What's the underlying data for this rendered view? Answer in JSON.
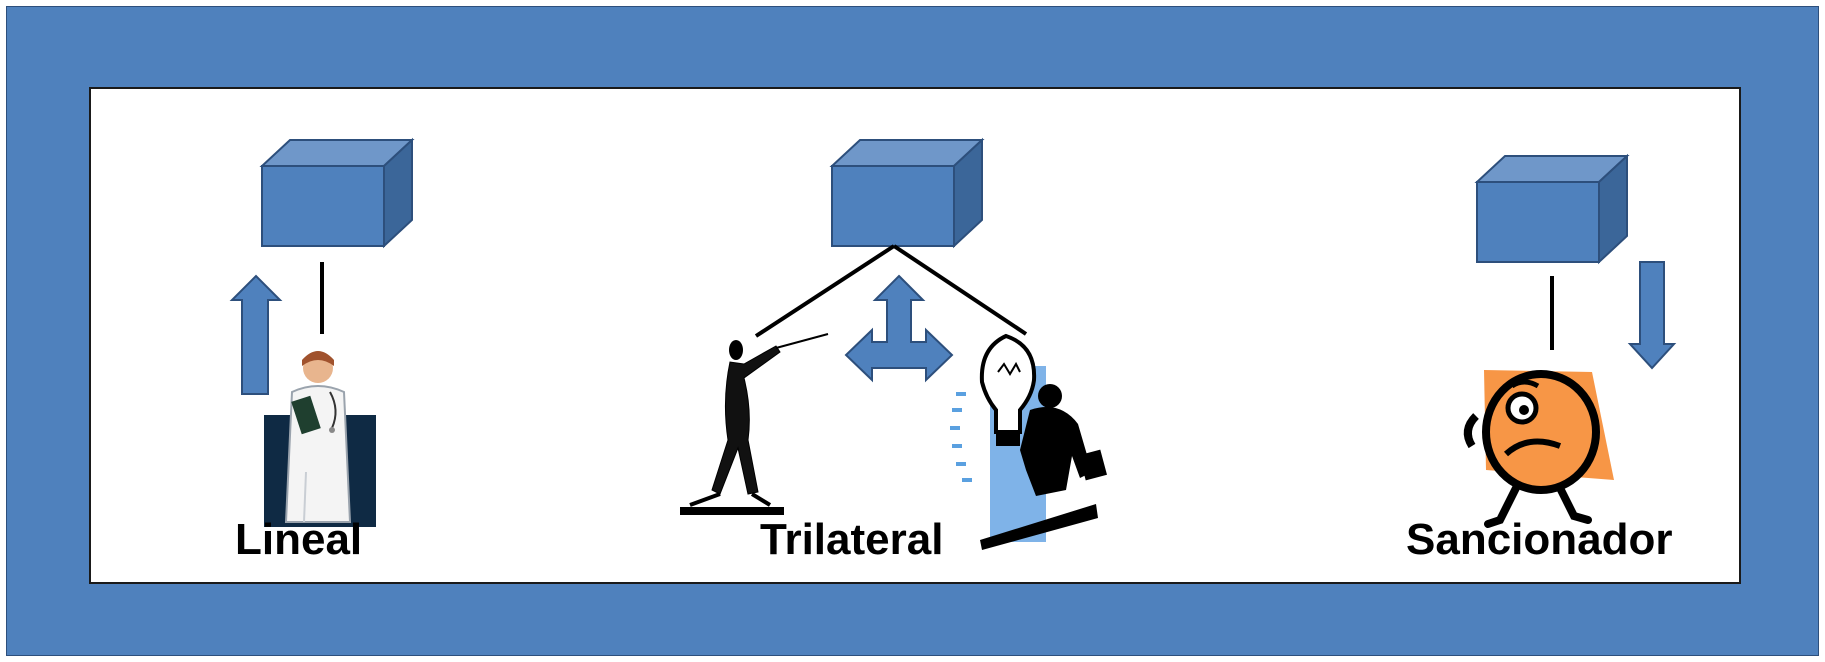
{
  "models": [
    {
      "id": "lineal",
      "label": "Lineal"
    },
    {
      "id": "trilateral",
      "label": "Trilateral"
    },
    {
      "id": "sancionador",
      "label": "Sancionador"
    }
  ],
  "colors": {
    "frame": "#4f81bd",
    "box_front": "#4f81bd",
    "box_top": "#6f97c9",
    "box_side": "#3b6699",
    "orange": "#f79646"
  }
}
